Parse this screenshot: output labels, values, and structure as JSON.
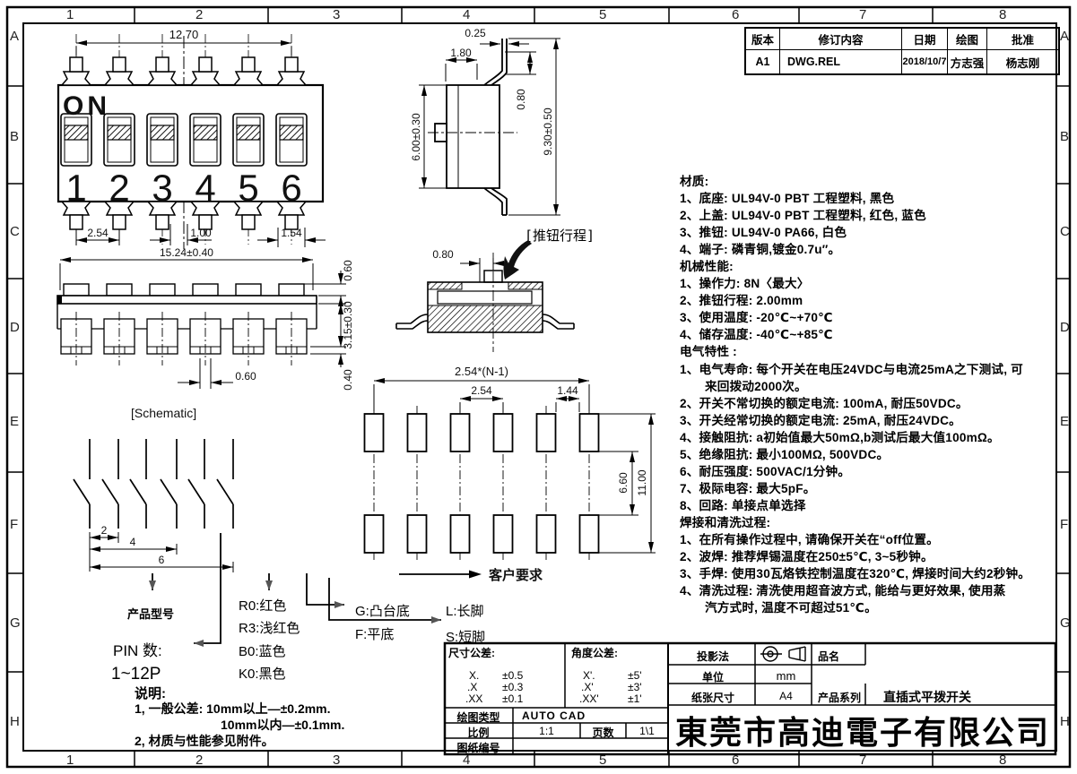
{
  "frame": {
    "columns": [
      "1",
      "2",
      "3",
      "4",
      "5",
      "6",
      "7",
      "8"
    ],
    "rows": [
      "A",
      "B",
      "C",
      "D",
      "E",
      "F",
      "G",
      "H"
    ]
  },
  "revision_table": {
    "headers": [
      "版本",
      "修订内容",
      "日期",
      "绘图",
      "批准"
    ],
    "row": {
      "version": "A1",
      "content": "DWG.REL",
      "date": "2018/10/7",
      "drawn_by": "方志强",
      "approved_by": "杨志刚"
    }
  },
  "views": {
    "front": {
      "on_label": "ON",
      "switch_numbers": [
        "1",
        "2",
        "3",
        "4",
        "5",
        "6"
      ],
      "dims": {
        "width": "12.70",
        "pitch": "2.54",
        "slot": "1.00",
        "pin": "1.54"
      }
    },
    "side": {
      "dims": {
        "pin_thickness": "0.25",
        "top_width": "1.80",
        "body_height": "6.00±0.30",
        "pin_offset": "0.80",
        "total_height": "9.30±0.50"
      },
      "travel_label": "[推钮行程]"
    },
    "section": {
      "dims": {
        "travel": "0.80"
      }
    },
    "profile": {
      "dims": {
        "total_width": "15.24±0.40",
        "knob_height": "0.60",
        "body_thickness": "3.15±0.30",
        "foot_height": "0.40",
        "pin_width": "0.60"
      }
    },
    "footprint": {
      "dims": {
        "span": "2.54*(N-1)",
        "pitch": "2.54",
        "pad_gap": "1.44",
        "inner": "6.60",
        "outer": "11.00"
      },
      "customer_label": "客户要求"
    },
    "schematic": {
      "label": "[Schematic]",
      "dims": [
        "2",
        "4",
        "6"
      ]
    }
  },
  "specs": {
    "lines": [
      "材质:",
      "1、底座: UL94V-0 PBT 工程塑料, 黑色",
      "2、上盖: UL94V-0 PBT 工程塑料, 红色, 蓝色",
      "3、推钮: UL94V-0 PA66, 白色",
      "4、端子: 磷青铜,镀金0.7u″。",
      "机械性能:",
      "1、操作力: 8N〈最大〉",
      "2、推钮行程: 2.00mm",
      "3、使用温度: -20℃~+70℃",
      "4、储存温度: -40℃~+85℃",
      "电气特性 :",
      "1、电气寿命: 每个开关在电压24VDC与电流25mA之下测试, 可",
      "来回拨动2000次。",
      "2、开关不常切换的额定电流: 100mA, 耐压50VDC。",
      "3、开关经常切换的额定电流: 25mA, 耐压24VDC。",
      "4、接触阻抗: a初始值最大50mΩ,b测试后最大值100mΩ。",
      "5、绝缘阻抗: 最小100MΩ, 500VDC。",
      "6、耐压强度: 500VAC/1分钟。",
      "7、极际电容: 最大5pF。",
      "8、回路: 单接点单选择",
      "焊接和清洗过程:",
      "1、在所有操作过程中, 请确保开关在“off位置。",
      "2、波焊: 推荐焊锡温度在250±5℃, 3~5秒钟。",
      "3、手焊: 使用30瓦烙铁控制温度在320℃, 焊接时间大约2秒钟。",
      "4、清洗过程: 清洗使用超音波方式, 能给与更好效果, 使用蒸",
      "汽方式时, 温度不可超过51℃。"
    ]
  },
  "ordering": {
    "model_label": "产品型号",
    "pin_label": "PIN 数:",
    "pin_range": "1~12P",
    "colors": [
      "R0:红色",
      "R3:浅红色",
      "B0:蓝色",
      "K0:黑色"
    ],
    "base": [
      "G:凸台底",
      "F:平底"
    ],
    "legs": [
      "L:长脚",
      "S:短脚"
    ],
    "notes": [
      "说明:",
      "1, 一般公差: 10mm以上—±0.2mm.",
      "10mm以内—±0.1mm.",
      "2, 材质与性能参见附件。"
    ]
  },
  "title_block": {
    "dim_tol_label": "尺寸公差:",
    "dim_tol": [
      [
        "X.",
        "±0.5"
      ],
      [
        ".X",
        "±0.3"
      ],
      [
        ".XX",
        "±0.1"
      ]
    ],
    "ang_tol_label": "角度公差:",
    "ang_tol": [
      [
        "X'.",
        "±5'"
      ],
      [
        ".X'",
        "±3'"
      ],
      [
        ".XX'",
        "±1'"
      ]
    ],
    "drawing_type_label": "绘图类型",
    "drawing_type": "AUTO CAD",
    "scale_label": "比例",
    "scale": "1:1",
    "pages_label": "页数",
    "pages": "1\\1",
    "drawing_no_label": "图纸编号",
    "drawing_no": "",
    "projection_label": "投影法",
    "unit_label": "单位",
    "unit": "mm",
    "paper_label": "纸张尺寸",
    "paper": "A4",
    "product_name_label": "品名",
    "product_name": "",
    "series_label": "产品系列",
    "series": "直插式平拨开关",
    "company": "東莞市高迪電子有限公司"
  }
}
